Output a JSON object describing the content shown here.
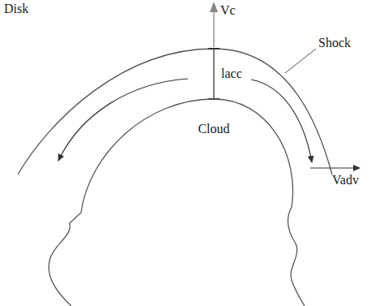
{
  "diagram": {
    "nodes": [
      {
        "text": [
          "Cloud"
        ]
      }
    ],
    "labels": [
      "Disk",
      "Vc",
      "lacc",
      "Shock",
      "Vadv"
    ]
  }
}
